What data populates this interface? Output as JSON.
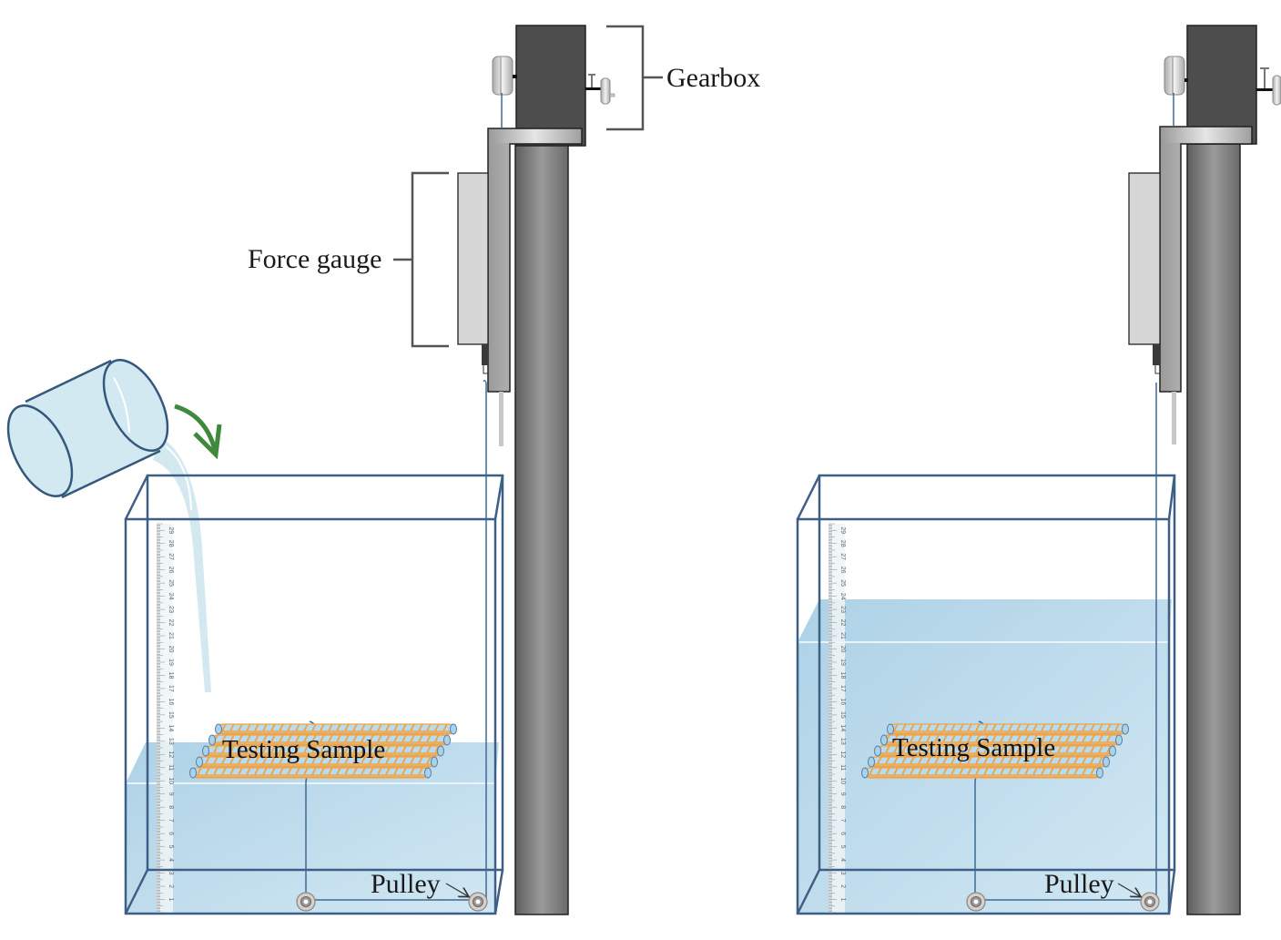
{
  "figure": {
    "panels": [
      {
        "id": "left",
        "state": "pouring",
        "water_level_cm": 10,
        "labels": {
          "gearbox": "Gearbox",
          "force_gauge": "Force gauge",
          "testing_sample": "Testing Sample",
          "pulley": "Pulley"
        },
        "has_pouring_beaker": true
      },
      {
        "id": "right",
        "state": "filled",
        "water_level_cm": 20.5,
        "labels": {
          "testing_sample": "Testing Sample",
          "pulley": "Pulley"
        },
        "has_pouring_beaker": false
      }
    ],
    "ruler": {
      "ticks": [
        "1",
        "2",
        "3",
        "4",
        "5",
        "6",
        "7",
        "8",
        "9",
        "10",
        "11",
        "12",
        "13",
        "14",
        "15",
        "16",
        "17",
        "18",
        "19",
        "20",
        "21",
        "22",
        "23",
        "24",
        "25",
        "26",
        "27",
        "28",
        "29"
      ],
      "unit": "cm"
    },
    "colors": {
      "tank_outline": "#3d5f86",
      "water": "#b9d9ea",
      "rope": "#3d6a93",
      "sample_fiber": "#f0a54a",
      "sample_tube": "#a8d3e8",
      "gearbox": "#4a4a4a",
      "column": "#6e6e6e",
      "arrow_green": "#3e8a3a",
      "bracket": "#555555"
    }
  }
}
